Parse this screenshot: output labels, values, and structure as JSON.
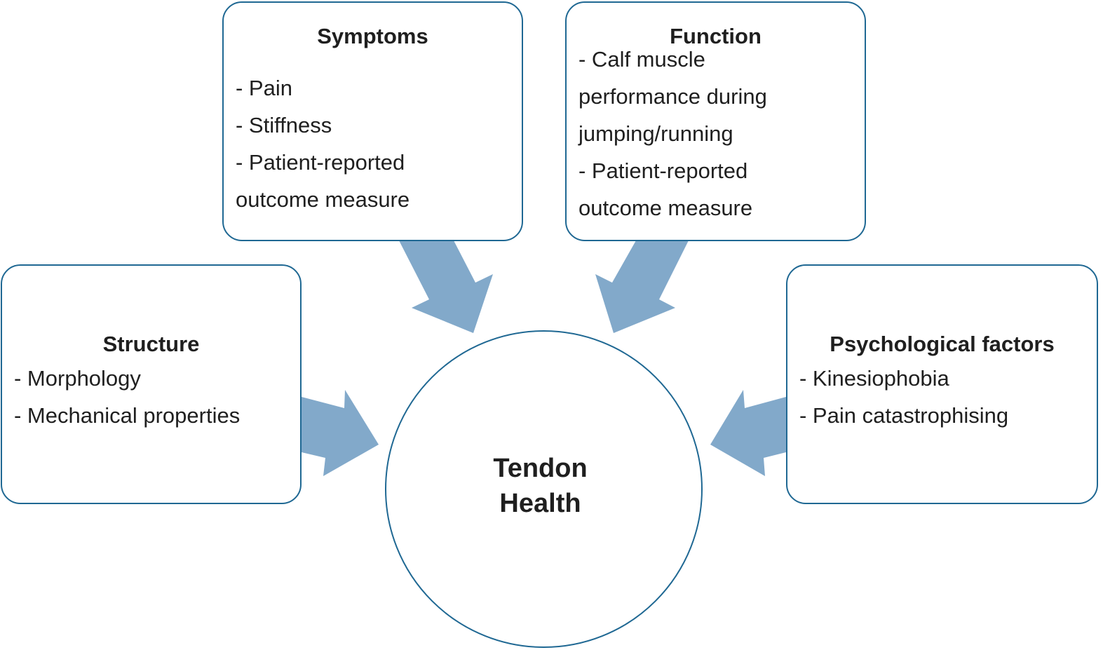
{
  "colors": {
    "box_border": "#1f6893",
    "arrow_fill": "#82a9ca",
    "text": "#1f1f1f",
    "background": "#ffffff"
  },
  "center": {
    "lines": [
      "Tendon",
      "Health"
    ]
  },
  "boxes": {
    "symptoms": {
      "title": "Symptoms",
      "lines": [
        "- Pain",
        "- Stiffness",
        "- Patient-reported",
        "outcome measure"
      ]
    },
    "function": {
      "title": "Function",
      "lines": [
        "- Calf muscle",
        "performance during",
        "jumping/running",
        "- Patient-reported",
        "outcome measure"
      ]
    },
    "structure": {
      "title": "Structure",
      "lines": [
        "- Morphology",
        "- Mechanical properties"
      ]
    },
    "psychological": {
      "title": "Psychological factors",
      "lines": [
        "- Kinesiophobia",
        "- Pain catastrophising"
      ]
    }
  }
}
